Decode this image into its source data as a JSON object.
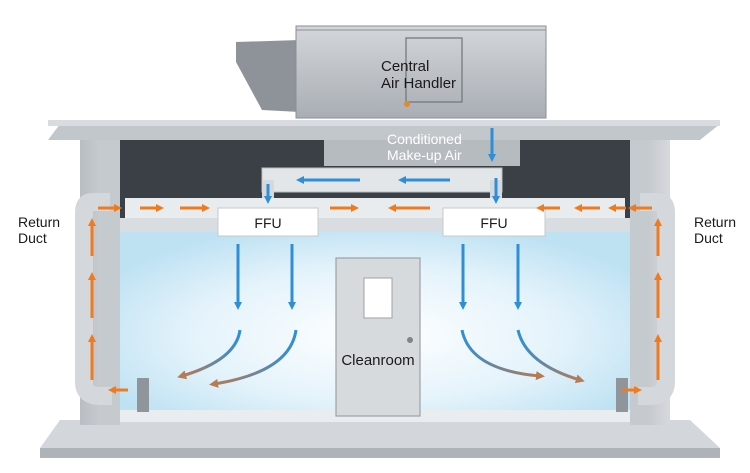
{
  "labels": {
    "air_handler": "Central\nAir Handler",
    "makeup_air": "Conditioned\nMake-up Air",
    "ffu_left": "FFU",
    "ffu_right": "FFU",
    "cleanroom": "Cleanroom",
    "return_left": "Return\nDuct",
    "return_right": "Return\nDuct"
  },
  "colors": {
    "supply_air": "#2f8fd6",
    "return_air": "#f07b1e",
    "structure": "#b9bec4",
    "room_glow": "#d8eef8"
  }
}
